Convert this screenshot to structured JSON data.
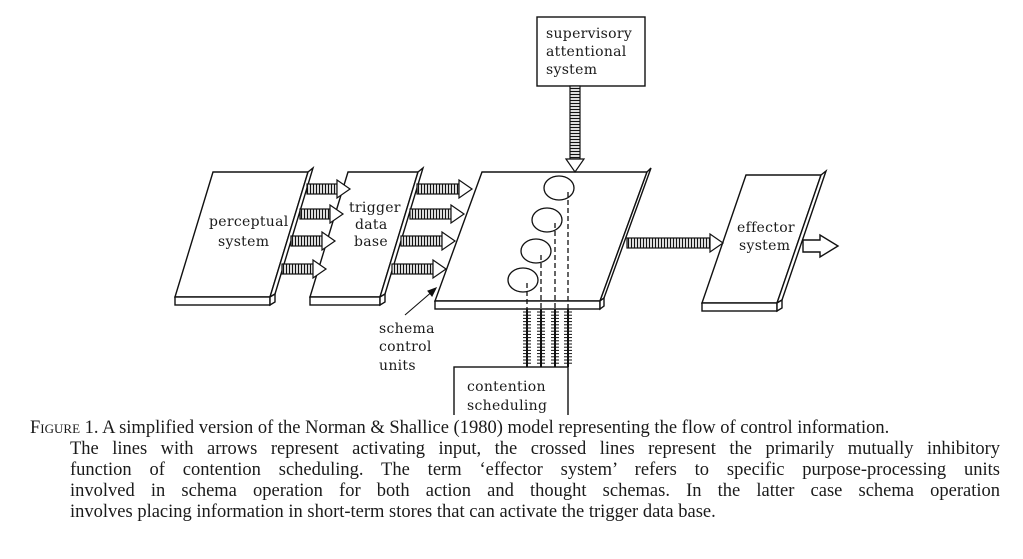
{
  "diagram": {
    "nodes": {
      "perceptual_system": [
        "perceptual",
        "system"
      ],
      "trigger_data_base": [
        "trigger",
        "data",
        "base"
      ],
      "supervisory_attentional_system": [
        "supervisory",
        "attentional",
        "system"
      ],
      "effector_system": [
        "effector",
        "system"
      ],
      "contention_scheduling": [
        "contention",
        "scheduling"
      ],
      "schema_control_units": [
        "schema",
        "control",
        "units"
      ]
    },
    "edges": [
      {
        "from": "perceptual_system",
        "to": "trigger_data_base",
        "kind": "activating",
        "count": 4
      },
      {
        "from": "trigger_data_base",
        "to": "schema_control_units",
        "kind": "activating",
        "count": 4
      },
      {
        "from": "supervisory_attentional_system",
        "to": "schema_control_units",
        "kind": "activating",
        "count": 1
      },
      {
        "from": "schema_control_units",
        "to": "effector_system",
        "kind": "activating",
        "count": 1
      },
      {
        "from": "effector_system",
        "to": "output",
        "kind": "open-arrow",
        "count": 1
      },
      {
        "from": "contention_scheduling",
        "to": "schema_control_units",
        "kind": "inhibitory",
        "count": 4
      }
    ]
  },
  "caption": {
    "figure_label": "Figure 1.",
    "lines": [
      "A simplified version of the Norman & Shallice (1980) model representing the flow of control information.",
      "The lines with arrows represent activating input, the crossed lines represent the primarily mutually inhibitory",
      "function of contention scheduling. The term ‘effector system’ refers to specific purpose-processing units",
      "involved in schema operation for both action and thought schemas. In the latter case schema operation",
      "involves placing information in short-term stores that can activate the trigger data base."
    ]
  }
}
